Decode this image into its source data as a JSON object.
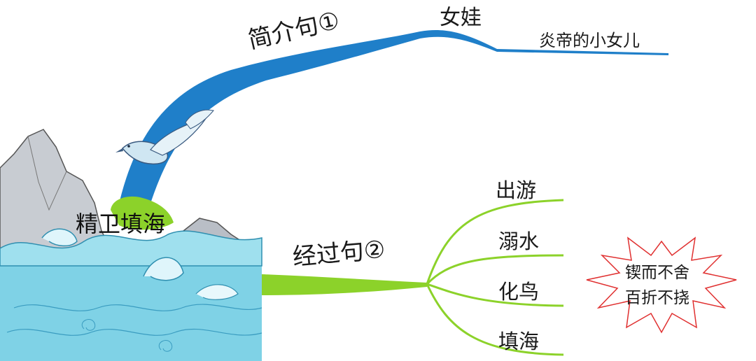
{
  "central_topic": "精卫填海",
  "branch_intro": {
    "label": "简介句①",
    "children": [
      "女娃",
      "炎帝的小女儿"
    ],
    "color": "#1f7fc9"
  },
  "branch_process": {
    "label": "经过句②",
    "children": [
      "出游",
      "溺水",
      "化鸟",
      "填海"
    ],
    "color": "#8cd22a"
  },
  "callout": {
    "line1": "锲而不舍",
    "line2": "百折不挠",
    "border_color": "#e03030"
  },
  "illustration": {
    "icons": [
      "mountain-icon",
      "bird-icon",
      "waves-icon"
    ]
  }
}
